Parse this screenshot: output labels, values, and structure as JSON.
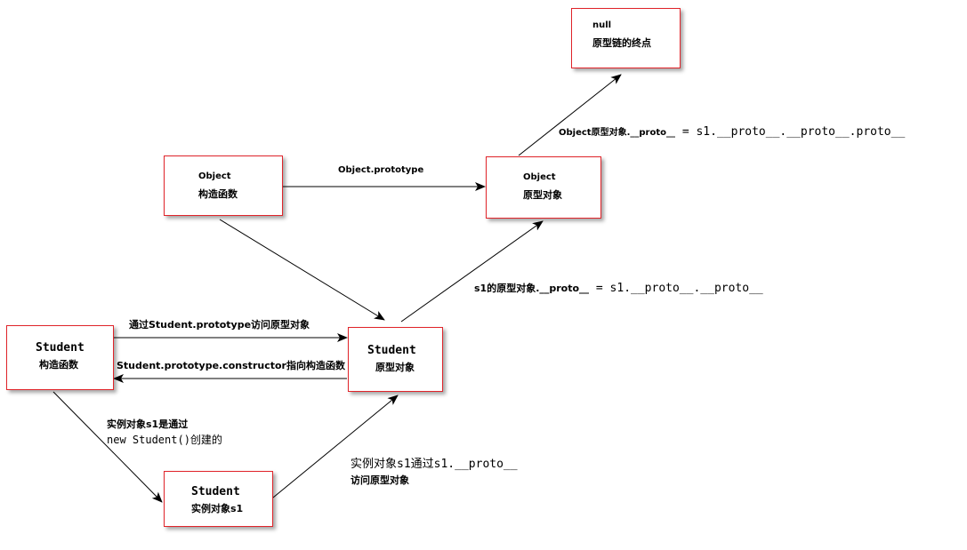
{
  "nodes": {
    "null_node": {
      "line1": "null",
      "line2": "原型链的终点"
    },
    "object_constructor": {
      "line1": "Object",
      "line2": "构造函数"
    },
    "object_prototype": {
      "line1": "Object",
      "line2": "原型对象"
    },
    "student_constructor": {
      "line1": "Student",
      "line2": "构造函数"
    },
    "student_prototype": {
      "line1": "Student",
      "line2": "原型对象"
    },
    "student_instance": {
      "line1": "Student",
      "line2": "实例对象s1"
    }
  },
  "labels": {
    "object_proto_chain_a": "Object原型对象.__proto__",
    "object_proto_chain_b": " = s1.__proto__.__proto__.proto__",
    "object_prototype_edge": "Object.prototype",
    "s1_proto_chain_a": "s1的原型对象.__proto__",
    "s1_proto_chain_b": " = s1.__proto__.__proto__",
    "student_prototype_edge": "通过Student.prototype访问原型对象",
    "constructor_edge": "Student.prototype.constructor指向构造函数",
    "instance_created_line1": "实例对象s1是通过",
    "instance_created_line2": "new Student()创建的",
    "instance_access_line1": "实例对象s1通过s1.__proto__",
    "instance_access_line2": "访问原型对象"
  },
  "colors": {
    "box_border": "#e0242a",
    "arrow": "#000000"
  }
}
